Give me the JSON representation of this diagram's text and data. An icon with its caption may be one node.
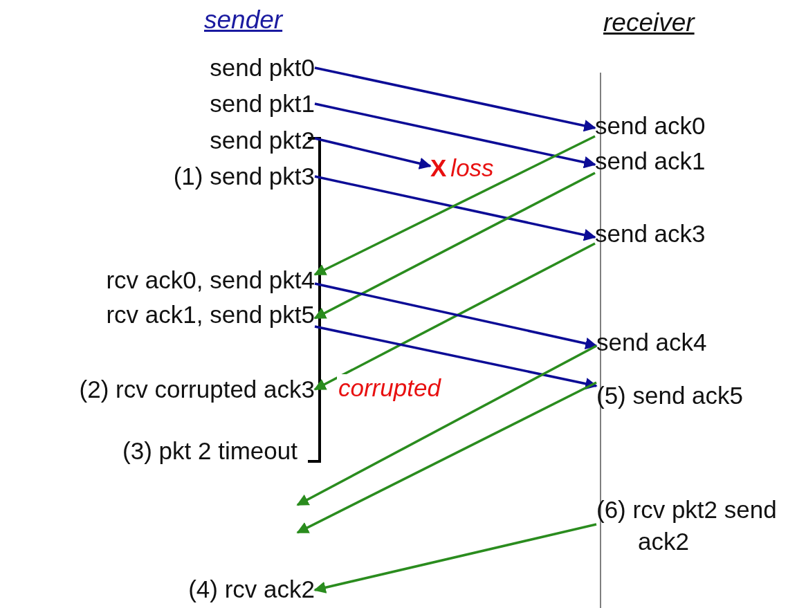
{
  "diagram": {
    "nodes": [
      {
        "text": [
          "send  pkt0"
        ]
      },
      {
        "text": [
          "send  pkt1"
        ]
      },
      {
        "text": [
          "send  pkt2"
        ]
      },
      {
        "text": [
          "(1) send  pkt3"
        ]
      },
      {
        "text": [
          "rcv ack0, send pkt4"
        ]
      },
      {
        "text": [
          "rcv ack1, send pkt5"
        ]
      },
      {
        "text": [
          "(2) rcv corrupted ack3"
        ]
      },
      {
        "text": [
          "(3) pkt 2 timeout"
        ]
      },
      {
        "text": [
          "(4) rcv ack2"
        ]
      },
      {
        "text": [
          "send ack0"
        ]
      },
      {
        "text": [
          "send ack1"
        ]
      },
      {
        "text": [
          "send ack3"
        ]
      },
      {
        "text": [
          "send ack4"
        ]
      },
      {
        "text": [
          "(5) send ack5"
        ]
      },
      {
        "text": [
          "(6) rcv pkt2 send ack2"
        ]
      },
      {
        "text": [
          "X",
          "loss"
        ]
      }
    ],
    "edges": [
      {
        "from": 0,
        "to": 9,
        "arrow": "to",
        "color": "#0c0c96"
      },
      {
        "from": 1,
        "to": 10,
        "arrow": "to",
        "color": "#0c0c96"
      },
      {
        "from": 2,
        "to": 15,
        "arrow": "to",
        "color": "#0c0c96"
      },
      {
        "from": 3,
        "to": 11,
        "arrow": "to",
        "color": "#0c0c96"
      },
      {
        "from": 9,
        "to": 4,
        "arrow": "to",
        "color": "#2a8c1e"
      },
      {
        "from": 10,
        "to": 5,
        "arrow": "to",
        "color": "#2a8c1e"
      },
      {
        "from": 11,
        "to": 6,
        "arrow": "to",
        "label": "corrupted",
        "color": "#2a8c1e"
      },
      {
        "from": 4,
        "to": 12,
        "arrow": "to",
        "color": "#0c0c96"
      },
      {
        "from": 5,
        "to": 13,
        "arrow": "to",
        "color": "#0c0c96"
      },
      {
        "from": 12,
        "to": null,
        "arrow": "to",
        "color": "#2a8c1e"
      },
      {
        "from": 13,
        "to": null,
        "arrow": "to",
        "color": "#2a8c1e"
      },
      {
        "from": 14,
        "to": 8,
        "arrow": "to",
        "color": "#2a8c1e"
      }
    ],
    "labels": [
      "sender",
      "receiver"
    ]
  }
}
